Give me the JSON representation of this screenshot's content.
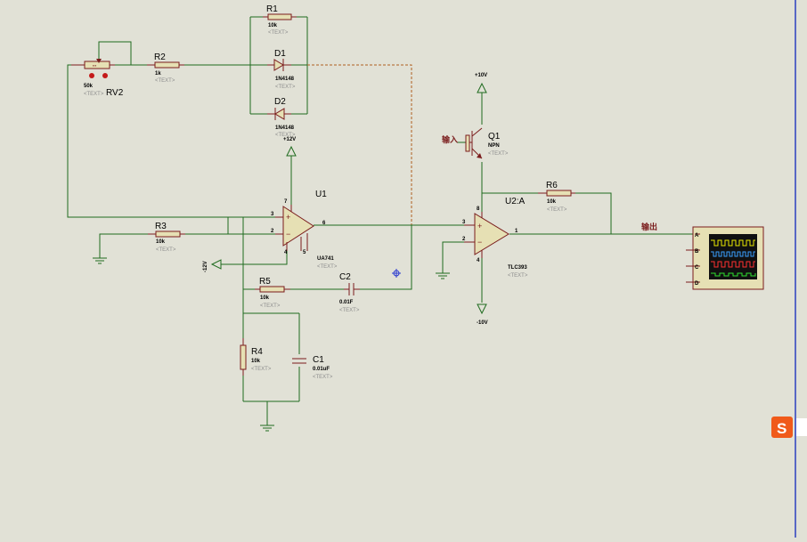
{
  "schematic": {
    "placeholder": "<TEXT>",
    "components": {
      "rv2": {
        "ref": "RV2",
        "value": "50k"
      },
      "r1": {
        "ref": "R1",
        "value": "10k"
      },
      "r2": {
        "ref": "R2",
        "value": "1k"
      },
      "r3": {
        "ref": "R3",
        "value": "10k"
      },
      "r4": {
        "ref": "R4",
        "value": "10k"
      },
      "r5": {
        "ref": "R5",
        "value": "10k"
      },
      "r6": {
        "ref": "R6",
        "value": "10k"
      },
      "d1": {
        "ref": "D1",
        "value": "1N4148"
      },
      "d2": {
        "ref": "D2",
        "value": "1N4148"
      },
      "c1": {
        "ref": "C1",
        "value": "0.01uF"
      },
      "c2": {
        "ref": "C2",
        "value": "0.01F"
      },
      "u1": {
        "ref": "U1",
        "value": "UA741",
        "pins": {
          "in_minus": "2",
          "in_plus": "3",
          "out": "6",
          "v_plus": "7",
          "v_minus": "4",
          "offset": "5"
        }
      },
      "u2": {
        "ref": "U2:A",
        "value": "TLC393",
        "pins": {
          "in_plus": "3",
          "in_minus": "2",
          "out": "1",
          "v_plus": "8",
          "v_minus": "4"
        }
      },
      "q1": {
        "ref": "Q1",
        "value": "NPN"
      }
    },
    "power": {
      "u1_pos": "+12V",
      "u1_neg": "-12V",
      "u2_pos": "+10V",
      "u2_neg": "-10V"
    },
    "net_labels": {
      "input": "输入",
      "output": "输出"
    },
    "oscilloscope": {
      "channels": [
        "A",
        "B",
        "C",
        "D"
      ],
      "colors": {
        "A": "#e8e800",
        "B": "#3aa0ff",
        "C": "#ff3030",
        "D": "#30e030"
      }
    }
  }
}
